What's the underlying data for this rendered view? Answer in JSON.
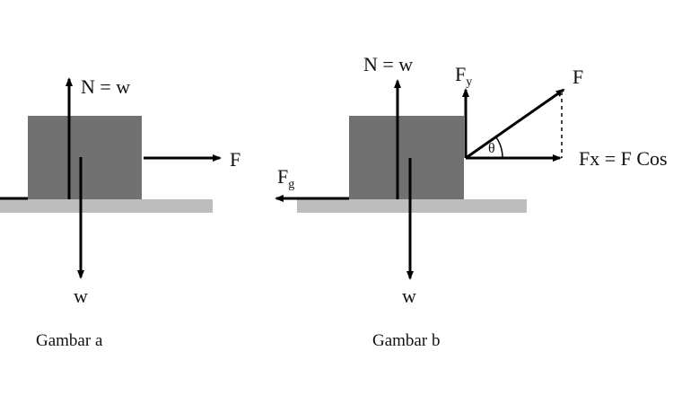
{
  "colors": {
    "block": "#717171",
    "ground": "#bdbdbd",
    "arrow": "#000000"
  },
  "figure_a": {
    "normal_label": "N = w",
    "weight_label": "w",
    "force_label": "F",
    "caption": "Gambar a"
  },
  "figure_b": {
    "normal_label": "N = w",
    "weight_label": "w",
    "friction_label": "F",
    "friction_sub": "g",
    "fy_label": "F",
    "fy_sub": "y",
    "force_label": "F",
    "angle_label": "θ",
    "fx_label": "Fx = F Cos θ",
    "caption": "Gambar b"
  }
}
